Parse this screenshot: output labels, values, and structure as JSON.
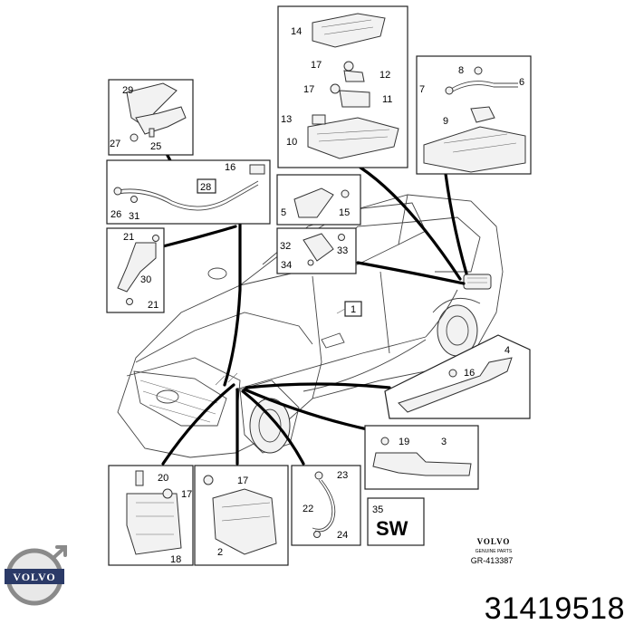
{
  "callouts": {
    "c1": "1",
    "c2": "2",
    "c3": "3",
    "c4": "4",
    "c5": "5",
    "c6": "6",
    "c7": "7",
    "c8": "8",
    "c9": "9",
    "c10": "10",
    "c11": "11",
    "c12": "12",
    "c13": "13",
    "c14": "14",
    "c15": "15",
    "c16a": "16",
    "c16b": "16",
    "c17a": "17",
    "c17b": "17",
    "c17c": "17",
    "c17d": "17",
    "c18": "18",
    "c19": "19",
    "c20": "20",
    "c21a": "21",
    "c21b": "21",
    "c22": "22",
    "c23": "23",
    "c24": "24",
    "c25": "25",
    "c26": "26",
    "c27": "27",
    "c28": "28",
    "c29": "29",
    "c30": "30",
    "c31": "31",
    "c32": "32",
    "c33": "33",
    "c34": "34",
    "c35": "35"
  },
  "sw_label": "SW",
  "brand_text": "VOLVO",
  "brand_sub": "GENUINE PARTS",
  "drawing_ref": "GR-413387",
  "logo_text": "VOLVO",
  "part_number": "31419518"
}
